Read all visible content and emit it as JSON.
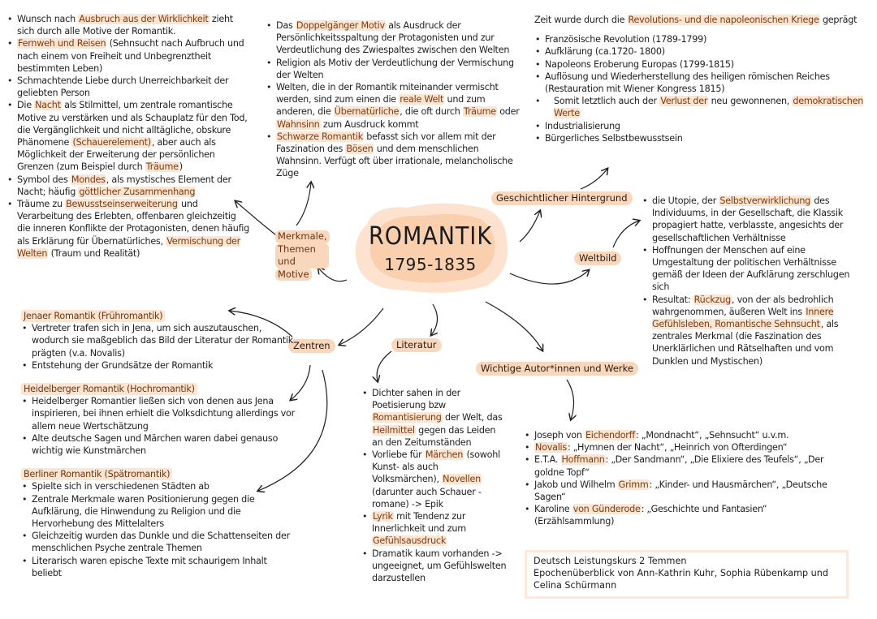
{
  "center": {
    "title": "ROMANTIK",
    "years": "1795-1835"
  },
  "nodes": {
    "merkmale": "Merkmale, Themen und Motive",
    "merkmale_lines": [
      "Merkmale,",
      "Themen und",
      "Motive"
    ],
    "geschichte": "Geschichtlicher Hintergrund",
    "weltbild": "Weltbild",
    "zentren": "Zentren",
    "literatur": "Literatur",
    "autoren": "Wichtige Autor*innen und Werke"
  },
  "merkmale_left": [
    {
      "pre": "Wunsch nach ",
      "hl": "Ausbruch aus der Wirklichkeit",
      "post": " zieht sich durch alle Motive der Romantik."
    },
    {
      "pre": "",
      "hl": "Fernweh und Reisen",
      "post": " (Sehnsucht nach Aufbruch und nach einem von Freiheit und Unbegrenztheit bestimmten Leben)"
    },
    {
      "pre": "Schmachtende Liebe durch Unerreichbarkeit der geliebten Person",
      "hl": "",
      "post": ""
    },
    {
      "pre": "Die ",
      "hl": "Nacht",
      "post": " als Stilmittel, um zentrale romantische Motive zu verstärken und als Schauplatz für den Tod, die Vergänglichkeit und nicht alltägliche, obskure Phänomene ",
      "hl2": "(Schauerelement)",
      "post2": ", aber auch als Möglichkeit der Erweiterung der persönlichen Grenzen (zum Beispiel durch ",
      "hl3": "Träume",
      "post3": ")"
    },
    {
      "pre": "Symbol des ",
      "hl": "Mondes",
      "post": ", als mystisches Element der Nacht; häufig ",
      "hl2": "göttlicher Zusammenhang",
      "post2": ""
    },
    {
      "pre": "Träume zu ",
      "hl": "Bewusstseinserweiterung",
      "post": " und Verarbeitung des Erlebten, offenbaren gleichzeitig die inneren Konflikte der Protagonisten, denen häufig als Erklärung für Übernatürliches, ",
      "hl2": "Vermischung der Welten",
      "post2": " (Traum und Realität)"
    }
  ],
  "merkmale_mid": [
    {
      "pre": "Das ",
      "hl": "Doppelgänger Motiv",
      "post": " als Ausdruck der Persönlichkeitsspaltung der Protagonisten und zur Verdeutlichung des Zwiespaltes zwischen den Welten"
    },
    {
      "pre": "Religion als Motiv der Verdeutlichung der Vermischung der Welten",
      "hl": "",
      "post": ""
    },
    {
      "pre": "Welten, die in der Romantik miteinander vermischt werden, sind zum einen die ",
      "hl": "reale Welt",
      "post": " und zum anderen, die ",
      "hl2": "Übernatürliche",
      "post2": ", die oft durch ",
      "hl3": "Träume",
      "post3": " oder ",
      "hl4": "Wahnsinn",
      "post4": " zum Ausdruck kommt"
    },
    {
      "pre": "",
      "hl": "Schwarze Romantik",
      "post": " befasst sich vor allem mit der Faszination des ",
      "hl2": "Bösen",
      "post2": " und dem menschlichen Wahnsinn. Verfügt oft über irrationale, melancholische Züge"
    }
  ],
  "geschichte": {
    "intro_pre": "Zeit wurde durch die ",
    "intro_hl": "Revolutions- und die napoleonischen Kriege",
    "intro_post": " geprägt",
    "items": [
      {
        "pre": "Französische Revolution (1789-1799)"
      },
      {
        "pre": "Aufklärung (ca.1720- 1800)"
      },
      {
        "pre": "Napoleons Eroberung Europas (1799-1815)"
      },
      {
        "pre": "Auflösung und Wiederherstellung des heiligen römischen Reiches (Restauration mit Wiener Kongress 1815)"
      },
      {
        "pre": "  Somit letztlich auch der ",
        "hl": "Verlust der",
        "post": " neu gewonnenen, ",
        "hl2": "demokratischen Werte"
      },
      {
        "pre": "Industrialisierung"
      },
      {
        "pre": "Bürgerliches Selbstbewusstsein"
      }
    ]
  },
  "weltbild": [
    {
      "pre": "die Utopie, der ",
      "hl": "Selbstverwirklichung",
      "post": " des Individuums, in der Gesellschaft, die Klassik propagiert hatte, verblasste, angesichts der gesellschaftlichen Verhältnisse"
    },
    {
      "pre": "Hoffnungen der Menschen auf eine Umgestaltung der politischen Verhältnisse gemäß der Ideen der Aufklärung zerschlugen sich"
    },
    {
      "pre": "Resultat: ",
      "hl": "Rückzug",
      "post": ", von der als bedrohlich wahrgenommen, äußeren Welt ins ",
      "hl2": "Innere Gefühlsleben, Romantische Sehnsucht",
      "post2": ", als zentrales Merkmal (die Faszination des Unerklärlichen und Rätselhaften und vom Dunklen und Mystischen)"
    }
  ],
  "zentren": {
    "jena": {
      "title": "Jenaer Romantik (Frühromantik)",
      "items": [
        "Vertreter trafen sich in Jena, um sich auszutauschen, wodurch sie maßgeblich das Bild der Literatur der Romantik prägten (v.a. Novalis)",
        "Entstehung der Grundsätze der Romantik"
      ]
    },
    "heidelberg": {
      "title": "Heidelberger Romantik (Hochromantik)",
      "items": [
        "Heidelberger Romantier ließen sich von denen aus Jena inspirieren, bei ihnen erhielt die Volksdichtung allerdings vor allem neue Wertschätzung",
        "Alte deutsche Sagen und Märchen waren dabei genauso wichtig wie Kunstmärchen"
      ]
    },
    "berlin": {
      "title": "Berliner Romantik (Spätromantik)",
      "items": [
        "Spielte sich in verschiedenen Städten ab",
        "Zentrale Merkmale waren Positionierung gegen die Aufklärung, die Hinwendung zu Religion und die Hervorhebung des Mittelalters",
        "Gleichzeitig wurden das Dunkle und die Schattenseiten der menschlichen Psyche zentrale Themen",
        "Literarisch waren epische Texte mit schaurigem Inhalt beliebt"
      ]
    }
  },
  "literatur": [
    {
      "pre": "Dichter sahen in der Poetisierung bzw ",
      "hl": "Romantisierung",
      "post": " der Welt, das ",
      "hl2": "Heilmittel",
      "post2": " gegen das Leiden an den Zeitumständen"
    },
    {
      "pre": "Vorliebe für ",
      "hl": "Märchen",
      "post": " (sowohl Kunst- als auch Volksmärchen), ",
      "hl2": "Novellen",
      "post2": " (darunter auch Schauer -romane) -> Epik"
    },
    {
      "pre": "",
      "hl": "Lyrik",
      "post": " mit Tendenz zur Innerlichkeit und zum ",
      "hl2": "Gefühlsausdruck",
      "post2": ""
    },
    {
      "pre": "Dramatik kaum vorhanden -> ungeeignet, um Gefühlswelten darzustellen"
    }
  ],
  "autoren": [
    {
      "pre": "Joseph von ",
      "hl": "Eichendorff",
      "post": ": „Mondnacht“, „Sehnsucht“ u.v.m."
    },
    {
      "pre": "",
      "hl": "Novalis",
      "post": ": „Hymnen der Nacht“, „Heinrich von Ofterdingen“"
    },
    {
      "pre": "E.T.A. ",
      "hl": "Hoffmann",
      "post": ": „Der Sandmann“, „Die Elixiere des Teufels“, „Der goldne Topf“"
    },
    {
      "pre": "Jakob und Wilhelm ",
      "hl": "Grimm",
      "post": ": „Kinder- und Hausmärchen“, „Deutsche Sagen“"
    },
    {
      "pre": "Karoline ",
      "hl": "von Günderode",
      "post": ": „Geschichte und Fantasien“ (Erzählsammlung)"
    }
  ],
  "footer": {
    "line1": "Deutsch Leistungskurs 2 Temmen",
    "line2": "Epochenüberblick von Ann-Kathrin Kuhr, Sophia Rübenkamp und Celina Schürmann"
  },
  "colors": {
    "highlight": "#fce6d3",
    "node": "#f9d7bd",
    "blob_light": "#fde3cf",
    "blob_dark": "#f8c9a6",
    "ink": "#1e1e1e"
  }
}
